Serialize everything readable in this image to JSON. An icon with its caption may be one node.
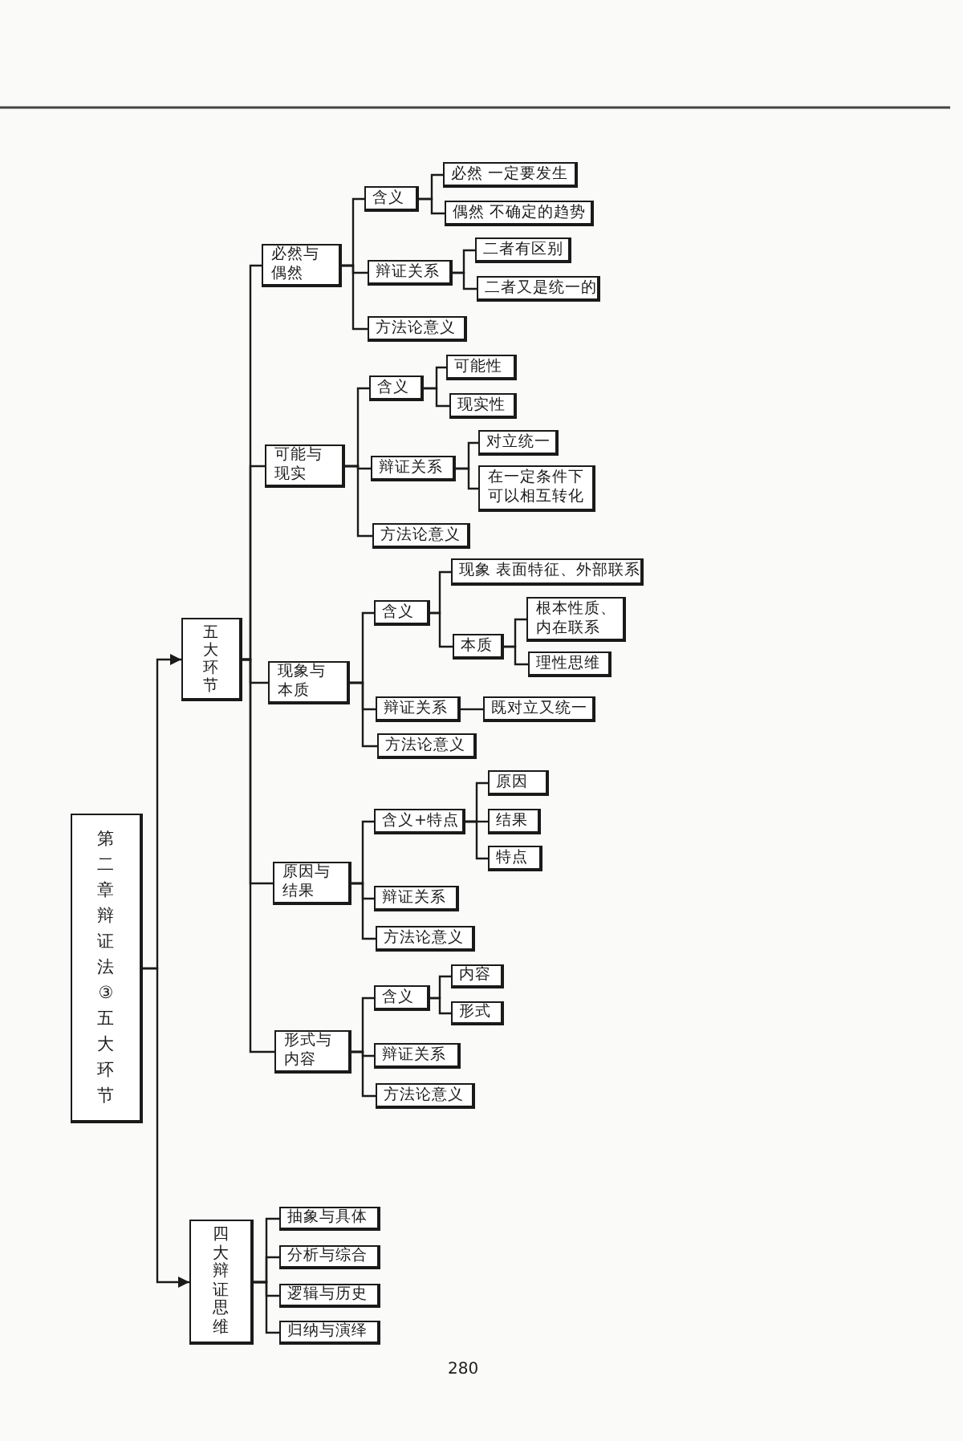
{
  "diagram": {
    "nodes": [
      {
        "text": [
          "第二章辩证法③五大环节"
        ]
      },
      {
        "text": [
          "五大环节"
        ]
      },
      {
        "text": [
          "必然与偶然"
        ]
      },
      {
        "text": [
          "含义"
        ]
      },
      {
        "text": [
          "必然 一定要发生"
        ]
      },
      {
        "text": [
          "偶然 不确定的趋势"
        ]
      },
      {
        "text": [
          "辩证关系"
        ]
      },
      {
        "text": [
          "二者有区别"
        ]
      },
      {
        "text": [
          "二者又是统一的"
        ]
      },
      {
        "text": [
          "方法论意义"
        ]
      },
      {
        "text": [
          "可能与现实"
        ]
      },
      {
        "text": [
          "含义"
        ]
      },
      {
        "text": [
          "可能性"
        ]
      },
      {
        "text": [
          "现实性"
        ]
      },
      {
        "text": [
          "辩证关系"
        ]
      },
      {
        "text": [
          "对立统一"
        ]
      },
      {
        "text": [
          "在一定条件下可以相互转化"
        ]
      },
      {
        "text": [
          "方法论意义"
        ]
      },
      {
        "text": [
          "现象与本质"
        ]
      },
      {
        "text": [
          "含义"
        ]
      },
      {
        "text": [
          "现象 表面特征、外部联系"
        ]
      },
      {
        "text": [
          "本质"
        ]
      },
      {
        "text": [
          "根本性质、内在联系"
        ]
      },
      {
        "text": [
          "理性思维"
        ]
      },
      {
        "text": [
          "辩证关系"
        ]
      },
      {
        "text": [
          "既对立又统一"
        ]
      },
      {
        "text": [
          "方法论意义"
        ]
      },
      {
        "text": [
          "原因与结果"
        ]
      },
      {
        "text": [
          "含义+特点"
        ]
      },
      {
        "text": [
          "原因"
        ]
      },
      {
        "text": [
          "结果"
        ]
      },
      {
        "text": [
          "特点"
        ]
      },
      {
        "text": [
          "辩证关系"
        ]
      },
      {
        "text": [
          "方法论意义"
        ]
      },
      {
        "text": [
          "形式与内容"
        ]
      },
      {
        "text": [
          "含义"
        ]
      },
      {
        "text": [
          "内容"
        ]
      },
      {
        "text": [
          "形式"
        ]
      },
      {
        "text": [
          "辩证关系"
        ]
      },
      {
        "text": [
          "方法论意义"
        ]
      },
      {
        "text": [
          "四大辩证思维"
        ]
      },
      {
        "text": [
          "抽象与具体"
        ]
      },
      {
        "text": [
          "分析与综合"
        ]
      },
      {
        "text": [
          "逻辑与历史"
        ]
      },
      {
        "text": [
          "归纳与演绎"
        ]
      }
    ],
    "edges": [
      {
        "from": 0,
        "to": 1,
        "arrow": "to"
      },
      {
        "from": 0,
        "to": 40,
        "arrow": "to"
      },
      {
        "from": 1,
        "to": 2,
        "arrow": "none"
      },
      {
        "from": 1,
        "to": 10,
        "arrow": "none"
      },
      {
        "from": 1,
        "to": 18,
        "arrow": "none"
      },
      {
        "from": 1,
        "to": 27,
        "arrow": "none"
      },
      {
        "from": 1,
        "to": 34,
        "arrow": "none"
      },
      {
        "from": 2,
        "to": 3,
        "arrow": "none"
      },
      {
        "from": 2,
        "to": 6,
        "arrow": "none"
      },
      {
        "from": 2,
        "to": 9,
        "arrow": "none"
      },
      {
        "from": 3,
        "to": 4,
        "arrow": "none"
      },
      {
        "from": 3,
        "to": 5,
        "arrow": "none"
      },
      {
        "from": 6,
        "to": 7,
        "arrow": "none"
      },
      {
        "from": 6,
        "to": 8,
        "arrow": "none"
      },
      {
        "from": 10,
        "to": 11,
        "arrow": "none"
      },
      {
        "from": 10,
        "to": 14,
        "arrow": "none"
      },
      {
        "from": 10,
        "to": 17,
        "arrow": "none"
      },
      {
        "from": 11,
        "to": 12,
        "arrow": "none"
      },
      {
        "from": 11,
        "to": 13,
        "arrow": "none"
      },
      {
        "from": 14,
        "to": 15,
        "arrow": "none"
      },
      {
        "from": 14,
        "to": 16,
        "arrow": "none"
      },
      {
        "from": 18,
        "to": 19,
        "arrow": "none"
      },
      {
        "from": 18,
        "to": 24,
        "arrow": "none"
      },
      {
        "from": 18,
        "to": 26,
        "arrow": "none"
      },
      {
        "from": 19,
        "to": 20,
        "arrow": "none"
      },
      {
        "from": 19,
        "to": 21,
        "arrow": "none"
      },
      {
        "from": 21,
        "to": 22,
        "arrow": "none"
      },
      {
        "from": 21,
        "to": 23,
        "arrow": "none"
      },
      {
        "from": 24,
        "to": 25,
        "arrow": "none"
      },
      {
        "from": 27,
        "to": 28,
        "arrow": "none"
      },
      {
        "from": 27,
        "to": 32,
        "arrow": "none"
      },
      {
        "from": 27,
        "to": 33,
        "arrow": "none"
      },
      {
        "from": 28,
        "to": 29,
        "arrow": "none"
      },
      {
        "from": 28,
        "to": 30,
        "arrow": "none"
      },
      {
        "from": 28,
        "to": 31,
        "arrow": "none"
      },
      {
        "from": 34,
        "to": 35,
        "arrow": "none"
      },
      {
        "from": 34,
        "to": 38,
        "arrow": "none"
      },
      {
        "from": 34,
        "to": 39,
        "arrow": "none"
      },
      {
        "from": 35,
        "to": 36,
        "arrow": "none"
      },
      {
        "from": 35,
        "to": 37,
        "arrow": "none"
      },
      {
        "from": 40,
        "to": 41,
        "arrow": "none"
      },
      {
        "from": 40,
        "to": 42,
        "arrow": "none"
      },
      {
        "from": 40,
        "to": 43,
        "arrow": "none"
      },
      {
        "from": 40,
        "to": 44,
        "arrow": "none"
      }
    ],
    "labels": [
      "280"
    ]
  }
}
